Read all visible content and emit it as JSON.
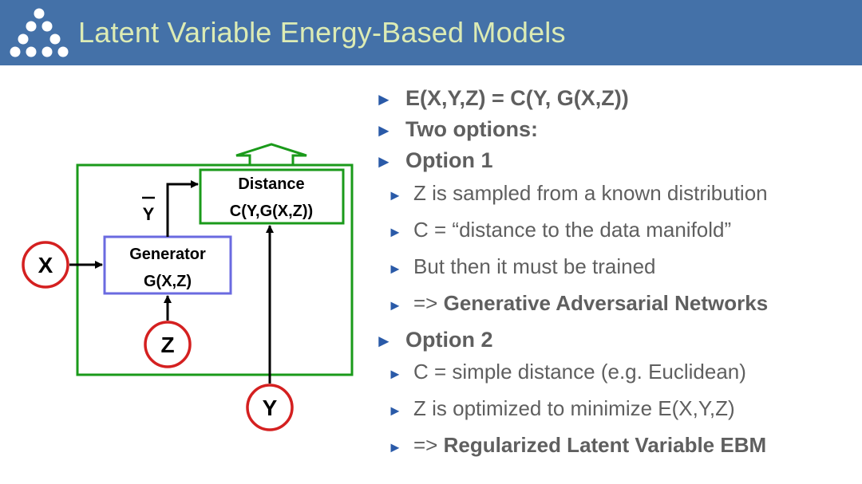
{
  "header": {
    "title": "Latent Variable Energy-Based Models",
    "bg_color": "#4471a8",
    "title_color": "#dcebb4"
  },
  "diagram": {
    "x_label": "X",
    "z_label": "Z",
    "y_label": "Y",
    "ybar_label": "Y",
    "generator_title": "Generator",
    "generator_formula": "G(X,Z)",
    "distance_title": "Distance",
    "distance_formula": "C(Y,G(X,Z))",
    "frame_color": "#1a9a1a",
    "generator_color": "#6a6ae0",
    "circle_color": "#d42020"
  },
  "bullets": [
    {
      "level": 1,
      "text": "E(X,Y,Z) = C(Y, G(X,Z))"
    },
    {
      "level": 1,
      "text": "Two options:"
    },
    {
      "level": 1,
      "text": "Option 1"
    },
    {
      "level": 2,
      "text": "Z is sampled from a known distribution"
    },
    {
      "level": 2,
      "text": "C = “distance to the data manifold”"
    },
    {
      "level": 2,
      "text": "But then it must be trained"
    },
    {
      "level": 2,
      "prefix": "=> ",
      "bold": "Generative Adversarial Networks"
    },
    {
      "level": 1,
      "text": "Option 2"
    },
    {
      "level": 2,
      "text": "C = simple distance (e.g. Euclidean)"
    },
    {
      "level": 2,
      "text": "Z is optimized to minimize E(X,Y,Z)"
    },
    {
      "level": 2,
      "prefix": "=> ",
      "bold": "Regularized Latent Variable EBM"
    }
  ]
}
